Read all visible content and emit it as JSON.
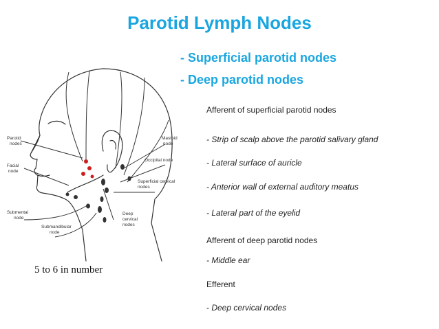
{
  "title": "Parotid Lymph Nodes",
  "subheadings": [
    "- Superficial parotid nodes",
    "- Deep parotid nodes"
  ],
  "afferent_superficial": {
    "heading": "Afferent of superficial parotid nodes",
    "items": [
      "- Strip of scalp above the parotid salivary gland",
      "- Lateral surface of auricle",
      "- Anterior wall of external auditory meatus",
      "- Lateral part of the eyelid"
    ]
  },
  "afferent_deep": {
    "heading": "Afferent of deep parotid nodes",
    "items": [
      "- Middle ear"
    ]
  },
  "efferent": {
    "heading": "Efferent",
    "prefix": "- ",
    "item": "Deep cervical nodes"
  },
  "count_note": "5 to 6 in number",
  "diagram_labels": {
    "parotid": "Parotid",
    "parotid_2": "nodes",
    "facial": "Facial",
    "facial_2": "node",
    "submental": "Submental",
    "submental_2": "node",
    "submandibular": "Submandibular",
    "submandibular_2": "node",
    "mastoid": "Mastoid",
    "mastoid_2": "node",
    "occipital": "Occipital node",
    "superficial_cervical": "Superficial cervical",
    "superficial_cervical_2": "nodes",
    "deep_cervical": "Deep",
    "deep_cervical_2": "cervical",
    "deep_cervical_3": "nodes"
  },
  "colors": {
    "title": "#19a6e0",
    "node_highlight": "#cc1f1f",
    "text": "#222222"
  }
}
